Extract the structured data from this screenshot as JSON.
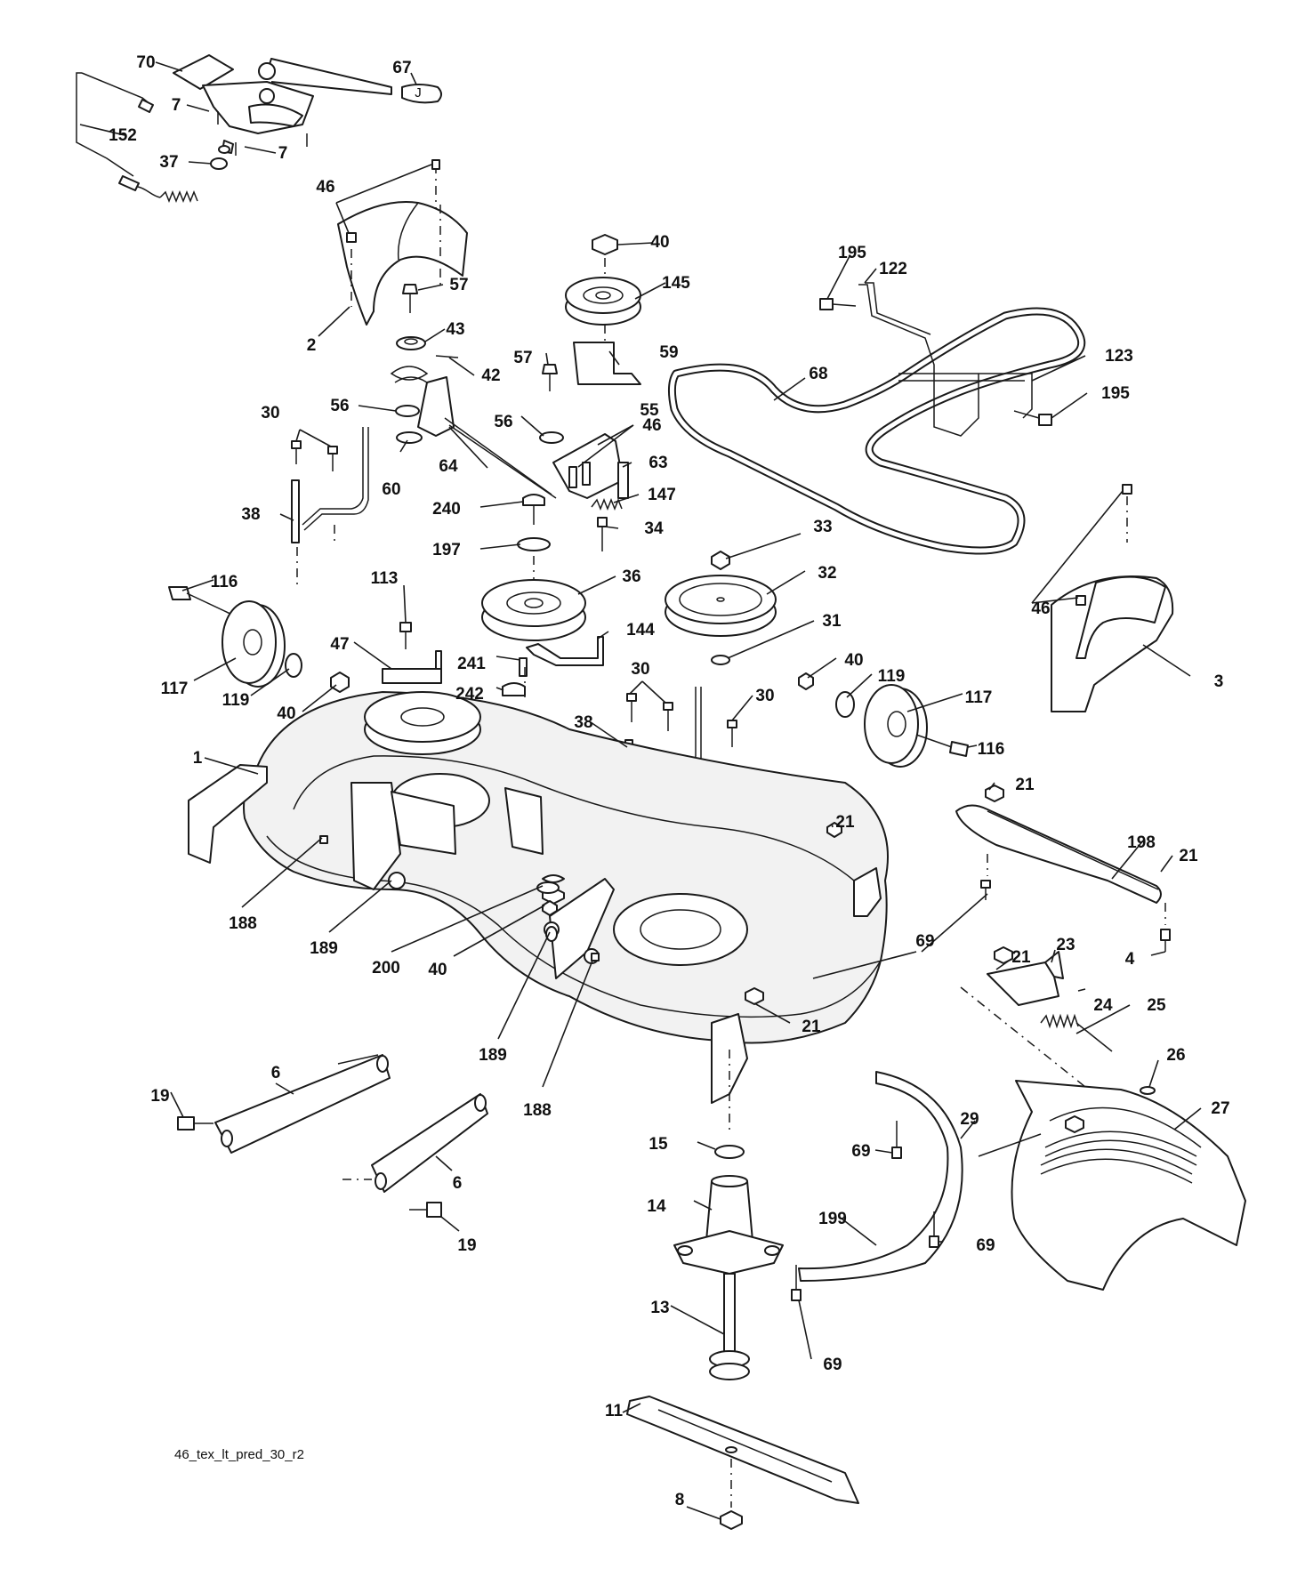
{
  "diagram": {
    "reference_code": "46_tex_lt_pred_30_r2",
    "callouts": [
      {
        "id": "c70a",
        "label": "70"
      },
      {
        "id": "c67",
        "label": "67"
      },
      {
        "id": "c7a",
        "label": "7"
      },
      {
        "id": "c152",
        "label": "152"
      },
      {
        "id": "c7b",
        "label": "7"
      },
      {
        "id": "c37",
        "label": "37"
      },
      {
        "id": "c46a",
        "label": "46"
      },
      {
        "id": "c2",
        "label": "2"
      },
      {
        "id": "c57a",
        "label": "57"
      },
      {
        "id": "c43",
        "label": "43"
      },
      {
        "id": "c42",
        "label": "42"
      },
      {
        "id": "c56a",
        "label": "56"
      },
      {
        "id": "c60",
        "label": "60"
      },
      {
        "id": "c30a",
        "label": "30"
      },
      {
        "id": "c38a",
        "label": "38"
      },
      {
        "id": "c64",
        "label": "64"
      },
      {
        "id": "c40a",
        "label": "40"
      },
      {
        "id": "c145",
        "label": "145"
      },
      {
        "id": "c57b",
        "label": "57"
      },
      {
        "id": "c59",
        "label": "59"
      },
      {
        "id": "c56b",
        "label": "56"
      },
      {
        "id": "c55",
        "label": "55"
      },
      {
        "id": "c46b",
        "label": "46"
      },
      {
        "id": "c63",
        "label": "63"
      },
      {
        "id": "c147",
        "label": "147"
      },
      {
        "id": "c240",
        "label": "240"
      },
      {
        "id": "c34",
        "label": "34"
      },
      {
        "id": "c197",
        "label": "197"
      },
      {
        "id": "c195a",
        "label": "195"
      },
      {
        "id": "c122",
        "label": "122"
      },
      {
        "id": "c68",
        "label": "68"
      },
      {
        "id": "c123",
        "label": "123"
      },
      {
        "id": "c195b",
        "label": "195"
      },
      {
        "id": "c33",
        "label": "33"
      },
      {
        "id": "c32",
        "label": "32"
      },
      {
        "id": "c31",
        "label": "31"
      },
      {
        "id": "c36",
        "label": "36"
      },
      {
        "id": "c144",
        "label": "144"
      },
      {
        "id": "c116a",
        "label": "116"
      },
      {
        "id": "c113",
        "label": "113"
      },
      {
        "id": "c47",
        "label": "47"
      },
      {
        "id": "c117a",
        "label": "117"
      },
      {
        "id": "c119a",
        "label": "119"
      },
      {
        "id": "c40b",
        "label": "40"
      },
      {
        "id": "c241",
        "label": "241"
      },
      {
        "id": "c242",
        "label": "242"
      },
      {
        "id": "c30b",
        "label": "30"
      },
      {
        "id": "c30c",
        "label": "30"
      },
      {
        "id": "c38b",
        "label": "38"
      },
      {
        "id": "c40c",
        "label": "40"
      },
      {
        "id": "c119b",
        "label": "119"
      },
      {
        "id": "c117b",
        "label": "117"
      },
      {
        "id": "c116b",
        "label": "116"
      },
      {
        "id": "c46c",
        "label": "46"
      },
      {
        "id": "c3",
        "label": "3"
      },
      {
        "id": "c1",
        "label": "1"
      },
      {
        "id": "c21a",
        "label": "21"
      },
      {
        "id": "c21b",
        "label": "21"
      },
      {
        "id": "c198",
        "label": "198"
      },
      {
        "id": "c21c",
        "label": "21"
      },
      {
        "id": "c188a",
        "label": "188"
      },
      {
        "id": "c189a",
        "label": "189"
      },
      {
        "id": "c200",
        "label": "200"
      },
      {
        "id": "c40d",
        "label": "40"
      },
      {
        "id": "c69a",
        "label": "69"
      },
      {
        "id": "c21d",
        "label": "21"
      },
      {
        "id": "c23",
        "label": "23"
      },
      {
        "id": "c4",
        "label": "4"
      },
      {
        "id": "c24",
        "label": "24"
      },
      {
        "id": "c25",
        "label": "25"
      },
      {
        "id": "c21e",
        "label": "21"
      },
      {
        "id": "c189b",
        "label": "189"
      },
      {
        "id": "c188b",
        "label": "188"
      },
      {
        "id": "c26",
        "label": "26"
      },
      {
        "id": "c27",
        "label": "27"
      },
      {
        "id": "c6a",
        "label": "6"
      },
      {
        "id": "c19a",
        "label": "19"
      },
      {
        "id": "c15",
        "label": "15"
      },
      {
        "id": "c69b",
        "label": "69"
      },
      {
        "id": "c29",
        "label": "29"
      },
      {
        "id": "c6b",
        "label": "6"
      },
      {
        "id": "c19b",
        "label": "19"
      },
      {
        "id": "c14",
        "label": "14"
      },
      {
        "id": "c199",
        "label": "199"
      },
      {
        "id": "c69c",
        "label": "69"
      },
      {
        "id": "c13",
        "label": "13"
      },
      {
        "id": "c69d",
        "label": "69"
      },
      {
        "id": "c11",
        "label": "11"
      },
      {
        "id": "c8",
        "label": "8"
      }
    ]
  }
}
